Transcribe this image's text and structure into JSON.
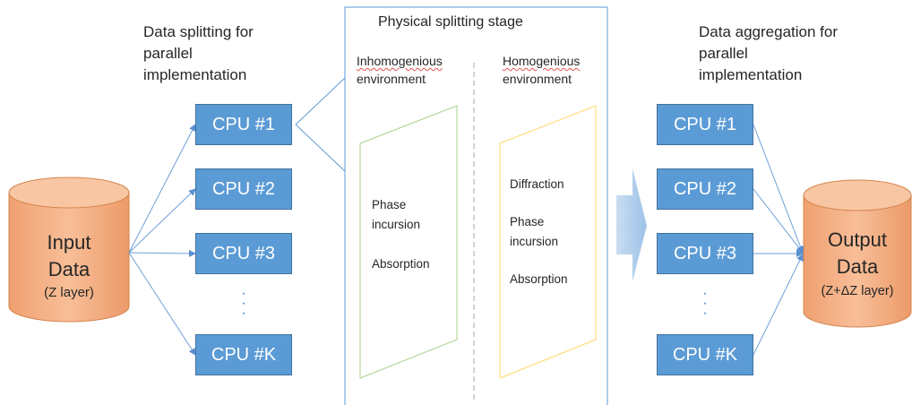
{
  "input": {
    "line1": "Input",
    "line2": "Data",
    "line3": "(Z layer)"
  },
  "output": {
    "line1": "Output",
    "line2": "Data",
    "line3": "(Z+ΔZ layer)"
  },
  "left_caption": [
    "Data splitting for",
    "parallel",
    "implementation"
  ],
  "right_caption": [
    "Data aggregation for",
    "parallel",
    "implementation"
  ],
  "stage_title": "Physical splitting stage",
  "inhomogeneous": {
    "title": [
      "Inhomogenious",
      "environment"
    ],
    "processes": [
      "Phase",
      "incursion",
      "",
      "Absorption"
    ]
  },
  "homogeneous": {
    "title": [
      "Homogenious",
      "environment"
    ],
    "processes": [
      "Diffraction",
      "",
      "Phase",
      "incursion",
      "",
      "Absorption"
    ]
  },
  "cpus_left": [
    "CPU #1",
    "CPU #2",
    "CPU #3",
    "CPU #K"
  ],
  "cpus_right": [
    "CPU #1",
    "CPU #2",
    "CPU #3",
    "CPU #K"
  ],
  "colors": {
    "cpu_fill": "#5b9bd5",
    "cylinder_fill": "#f4b183",
    "arrow": "#a8c8ea"
  }
}
